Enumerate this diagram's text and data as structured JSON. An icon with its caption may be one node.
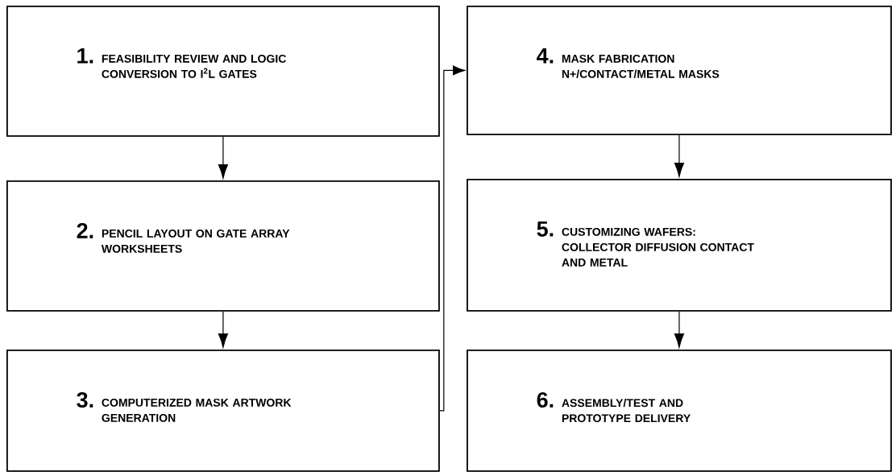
{
  "diagram": {
    "nodes": [
      {
        "text": [
          "1.",
          "FEASIBILITY REVIEW AND LOGIC CONVERSION TO I$^{2}$L GATES"
        ]
      },
      {
        "text": [
          "2.",
          "PENCIL LAYOUT ON GATE ARRAY WORKSHEETS"
        ]
      },
      {
        "text": [
          "3.",
          "COMPUTERIZED MASK ARTWORK GENERATION"
        ]
      },
      {
        "text": [
          "4.",
          "MASK FABRICATION N+/CONTACT/METAL MASKS"
        ]
      },
      {
        "text": [
          "5.",
          "CUSTOMIZING WAFERS: COLLECTOR DIFFUSION CONTACT AND METAL"
        ]
      },
      {
        "text": [
          "6.",
          "ASSEMBLY/TEST AND PROTOTYPE DELIVERY"
        ]
      }
    ],
    "edges": [
      {
        "from": 0,
        "to": 1,
        "arrow": "to"
      },
      {
        "from": 1,
        "to": 2,
        "arrow": "to"
      },
      {
        "from": 2,
        "to": 3,
        "arrow": "to"
      },
      {
        "from": 3,
        "to": 4,
        "arrow": "to"
      },
      {
        "from": 4,
        "to": 5,
        "arrow": "to"
      }
    ]
  }
}
